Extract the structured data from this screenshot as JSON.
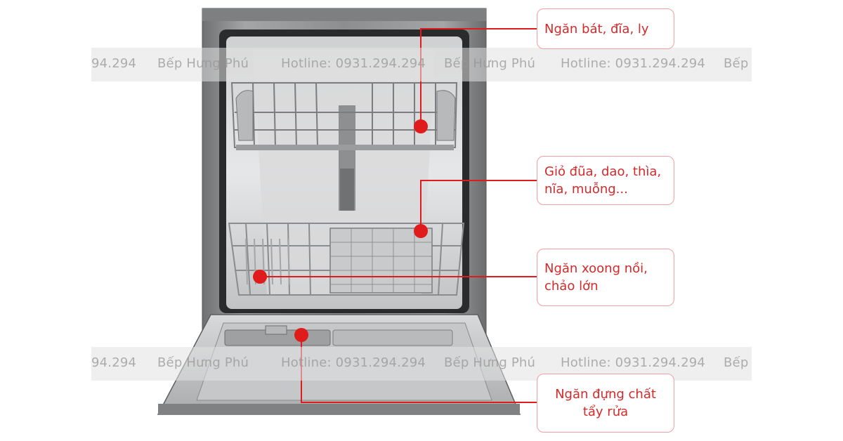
{
  "watermark": {
    "fragment": "94.294",
    "brand": "Bếp Hưng Phú",
    "hotline": "Hotline: 0931.294.294",
    "brand_cut": "Bếp"
  },
  "callouts": [
    {
      "id": "upper",
      "lines": [
        "Ngăn bát, đĩa, ly"
      ]
    },
    {
      "id": "cutlery",
      "lines": [
        "Giỏ đũa, dao, thìa,",
        "nĩa, muỗng..."
      ]
    },
    {
      "id": "lower",
      "lines": [
        "Ngăn xoong nồi,",
        "chảo lớn"
      ]
    },
    {
      "id": "detergent",
      "lines": [
        "Ngăn đựng chất",
        "tẩy rửa"
      ]
    }
  ],
  "colors": {
    "accent": "#e01b1b",
    "border": "#f0a0a0",
    "steel": "#8a8c8e"
  },
  "icons": [
    "dishwasher-illustration"
  ]
}
